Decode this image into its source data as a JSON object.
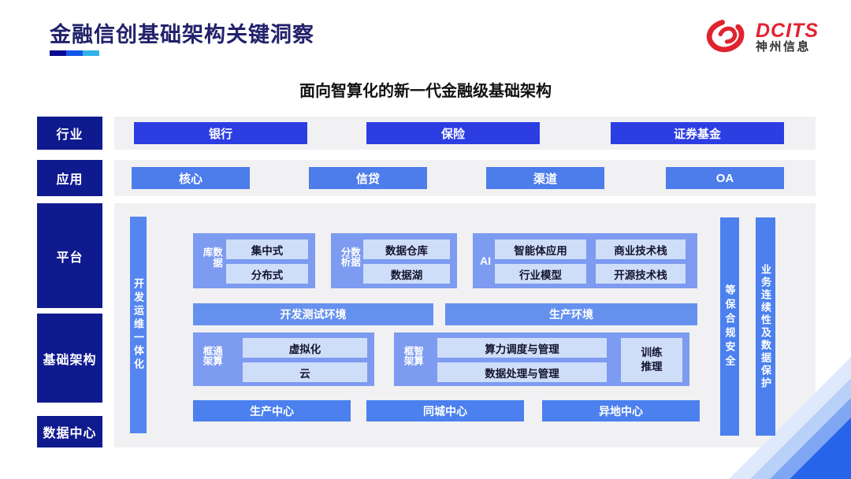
{
  "header": {
    "title": "金融信创基础架构关键洞察",
    "subtitle": "面向智算化的新一代金融级基础架构",
    "logo": {
      "brand": "DCITS",
      "company": "神州信息"
    }
  },
  "sidebar": {
    "industry": "行业",
    "application": "应用",
    "platform": "平台",
    "infrastructure": "基础架构",
    "datacenter": "数据中心"
  },
  "industry_items": [
    "银行",
    "保险",
    "证券基金"
  ],
  "application_items": [
    "核心",
    "信贷",
    "渠道",
    "OA"
  ],
  "platform": {
    "devops_bar": "开发运维一体化",
    "database": {
      "label": "数据库",
      "items": [
        "集中式",
        "分布式"
      ]
    },
    "analytics": {
      "label": "数据分析",
      "items": [
        "数据仓库",
        "数据湖"
      ]
    },
    "ai": {
      "label": "AI",
      "items": [
        "智能体应用",
        "商业技术栈",
        "行业模型",
        "开源技术栈"
      ]
    },
    "env_bars": [
      "开发测试环境",
      "生产环境"
    ]
  },
  "infrastructure": {
    "general_compute": {
      "label": "通算框架",
      "items": [
        "虚拟化",
        "云"
      ]
    },
    "intelligent_compute": {
      "label": "智算框架",
      "items": [
        "算力调度与管理",
        "数据处理与管理"
      ],
      "side_box": "训练推理"
    }
  },
  "datacenter_items": [
    "生产中心",
    "同城中心",
    "异地中心"
  ],
  "right_bars": [
    "等保合规安全",
    "业务连续性及数据保护"
  ],
  "colors": {
    "sidebar_navy": "#101a8f",
    "industry_blue": "#2c3ee2",
    "application_blue": "#4d7ceb",
    "group_blue": "#7d9bf0",
    "inner_light_blue": "#cfdef8",
    "bar_blue": "#4b80ee",
    "env_blue": "#6590ee",
    "panel_gray": "#f1f1f3",
    "brand_red": "#e02330",
    "title_navy": "#21216b",
    "underline_segments": [
      "#0a0a90",
      "#1356e8",
      "#32b2e9"
    ]
  }
}
